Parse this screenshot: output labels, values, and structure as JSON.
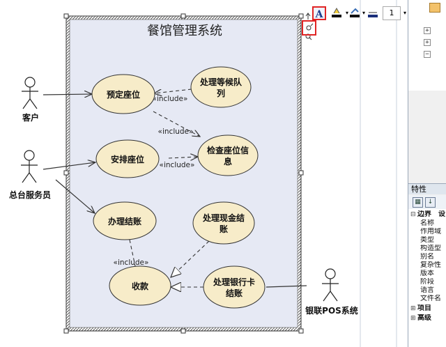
{
  "diagram": {
    "system_title": "餐馆管理系统",
    "actors": {
      "customer": "客户",
      "front_desk": "总台服务员",
      "unionpay_pos": "银联POS系统"
    },
    "use_cases": {
      "reserve_seat": "预定座位",
      "waitlist_line1": "处理等候队",
      "waitlist_line2": "列",
      "arrange_seat": "安排座位",
      "check_seat_line1": "检查座位信",
      "check_seat_line2": "息",
      "checkout": "办理结账",
      "cash_line1": "处理现金结",
      "cash_line2": "账",
      "collect_payment": "收款",
      "card_line1": "处理银行卡",
      "card_line2": "结账"
    },
    "relation_labels": {
      "include_waitlist": "«include»",
      "include_check_from_reserve": "«include»",
      "include_check_from_arrange": "«include»",
      "include_collect": "«include»"
    },
    "colors": {
      "usecase_fill": "#f7ecc9",
      "usecase_stroke": "#333333",
      "system_fill": "#e6e9f4",
      "highlight": "#e02424"
    }
  },
  "toolbar": {
    "text_tool": "A",
    "line_width": "1"
  },
  "tree": {
    "expanders": [
      "+",
      "+",
      "−"
    ]
  },
  "properties": {
    "header": "特性",
    "rows": [
      {
        "label": "边界",
        "value": "设"
      },
      {
        "label": "名称"
      },
      {
        "label": "作用域"
      },
      {
        "label": "类型"
      },
      {
        "label": "构造型"
      },
      {
        "label": "别名"
      },
      {
        "label": "复杂性"
      },
      {
        "label": "版本"
      },
      {
        "label": "阶段"
      },
      {
        "label": "语言"
      },
      {
        "label": "文件名"
      },
      {
        "label": "项目"
      },
      {
        "label": "高级"
      }
    ]
  }
}
